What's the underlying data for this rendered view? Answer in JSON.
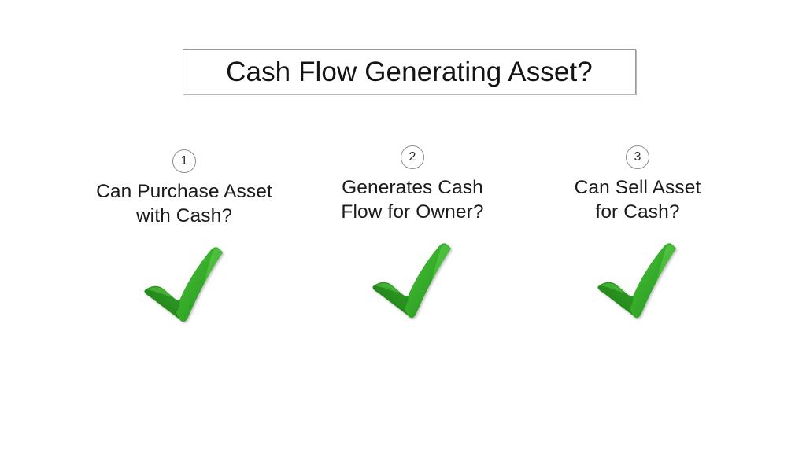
{
  "slide": {
    "title": "Cash Flow Generating Asset?",
    "background_color": "#ffffff",
    "text_color": "#1a1a1a",
    "title_border_color": "#9a9a9a"
  },
  "steps": [
    {
      "number": "1",
      "label": "Can Purchase Asset\nwith Cash?",
      "mark": "check-mark",
      "mark_color": "#34a829"
    },
    {
      "number": "2",
      "label": "Generates Cash\nFlow for Owner?",
      "mark": "check-mark",
      "mark_color": "#34a829"
    },
    {
      "number": "3",
      "label": "Can Sell Asset\nfor Cash?",
      "mark": "check-mark",
      "mark_color": "#34a829"
    }
  ],
  "palette": {
    "check_bright": "#3cb32c",
    "check_mid": "#2f9c24",
    "check_dark": "#1d7a18",
    "badge_stroke": "#8e8e8e"
  }
}
